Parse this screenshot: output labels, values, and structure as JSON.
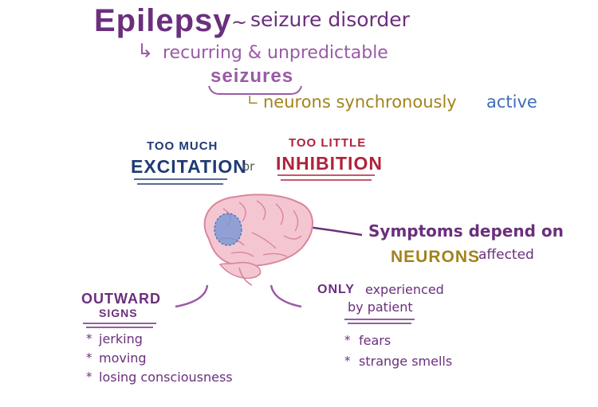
{
  "colors": {
    "purple": "#6b2f7d",
    "light_purple": "#9a5aa6",
    "gold": "#a3821c",
    "navy": "#1f3a73",
    "blue": "#3d6db8",
    "red": "#b0223a",
    "gray": "#555555",
    "brain_pink": "#f3c6d2",
    "brain_outline": "#d9869c",
    "focus_blue": "#6f93d6"
  },
  "title": {
    "main": "Epilepsy",
    "tilde": "~",
    "subtitle": "seizure disorder"
  },
  "definition": {
    "arrow": "↳",
    "line1": "recurring & unpredictable",
    "line2": "seizures",
    "line3_arrow": "∟",
    "line3_part1": "neurons synchronously",
    "line3_part2": "active"
  },
  "causes": {
    "left_small": "too much",
    "left_big": "Excitation",
    "or": "or",
    "right_small": "too little",
    "right_big": "Inhibition"
  },
  "symptoms": {
    "line1": "Symptoms depend on",
    "line2_big": "Neurons",
    "line2_small": "affected"
  },
  "outward": {
    "heading1": "Outward",
    "heading2": "signs",
    "bullet": "*",
    "items": [
      "jerking",
      "moving",
      "losing consciousness"
    ]
  },
  "patient": {
    "heading1_caps": "Only",
    "heading1_rest": "experienced",
    "heading2": "by patient",
    "bullet": "*",
    "items": [
      "fears",
      "strange smells"
    ]
  },
  "icons": {
    "brain": "brain-icon",
    "focus": "seizure-focus-icon"
  }
}
